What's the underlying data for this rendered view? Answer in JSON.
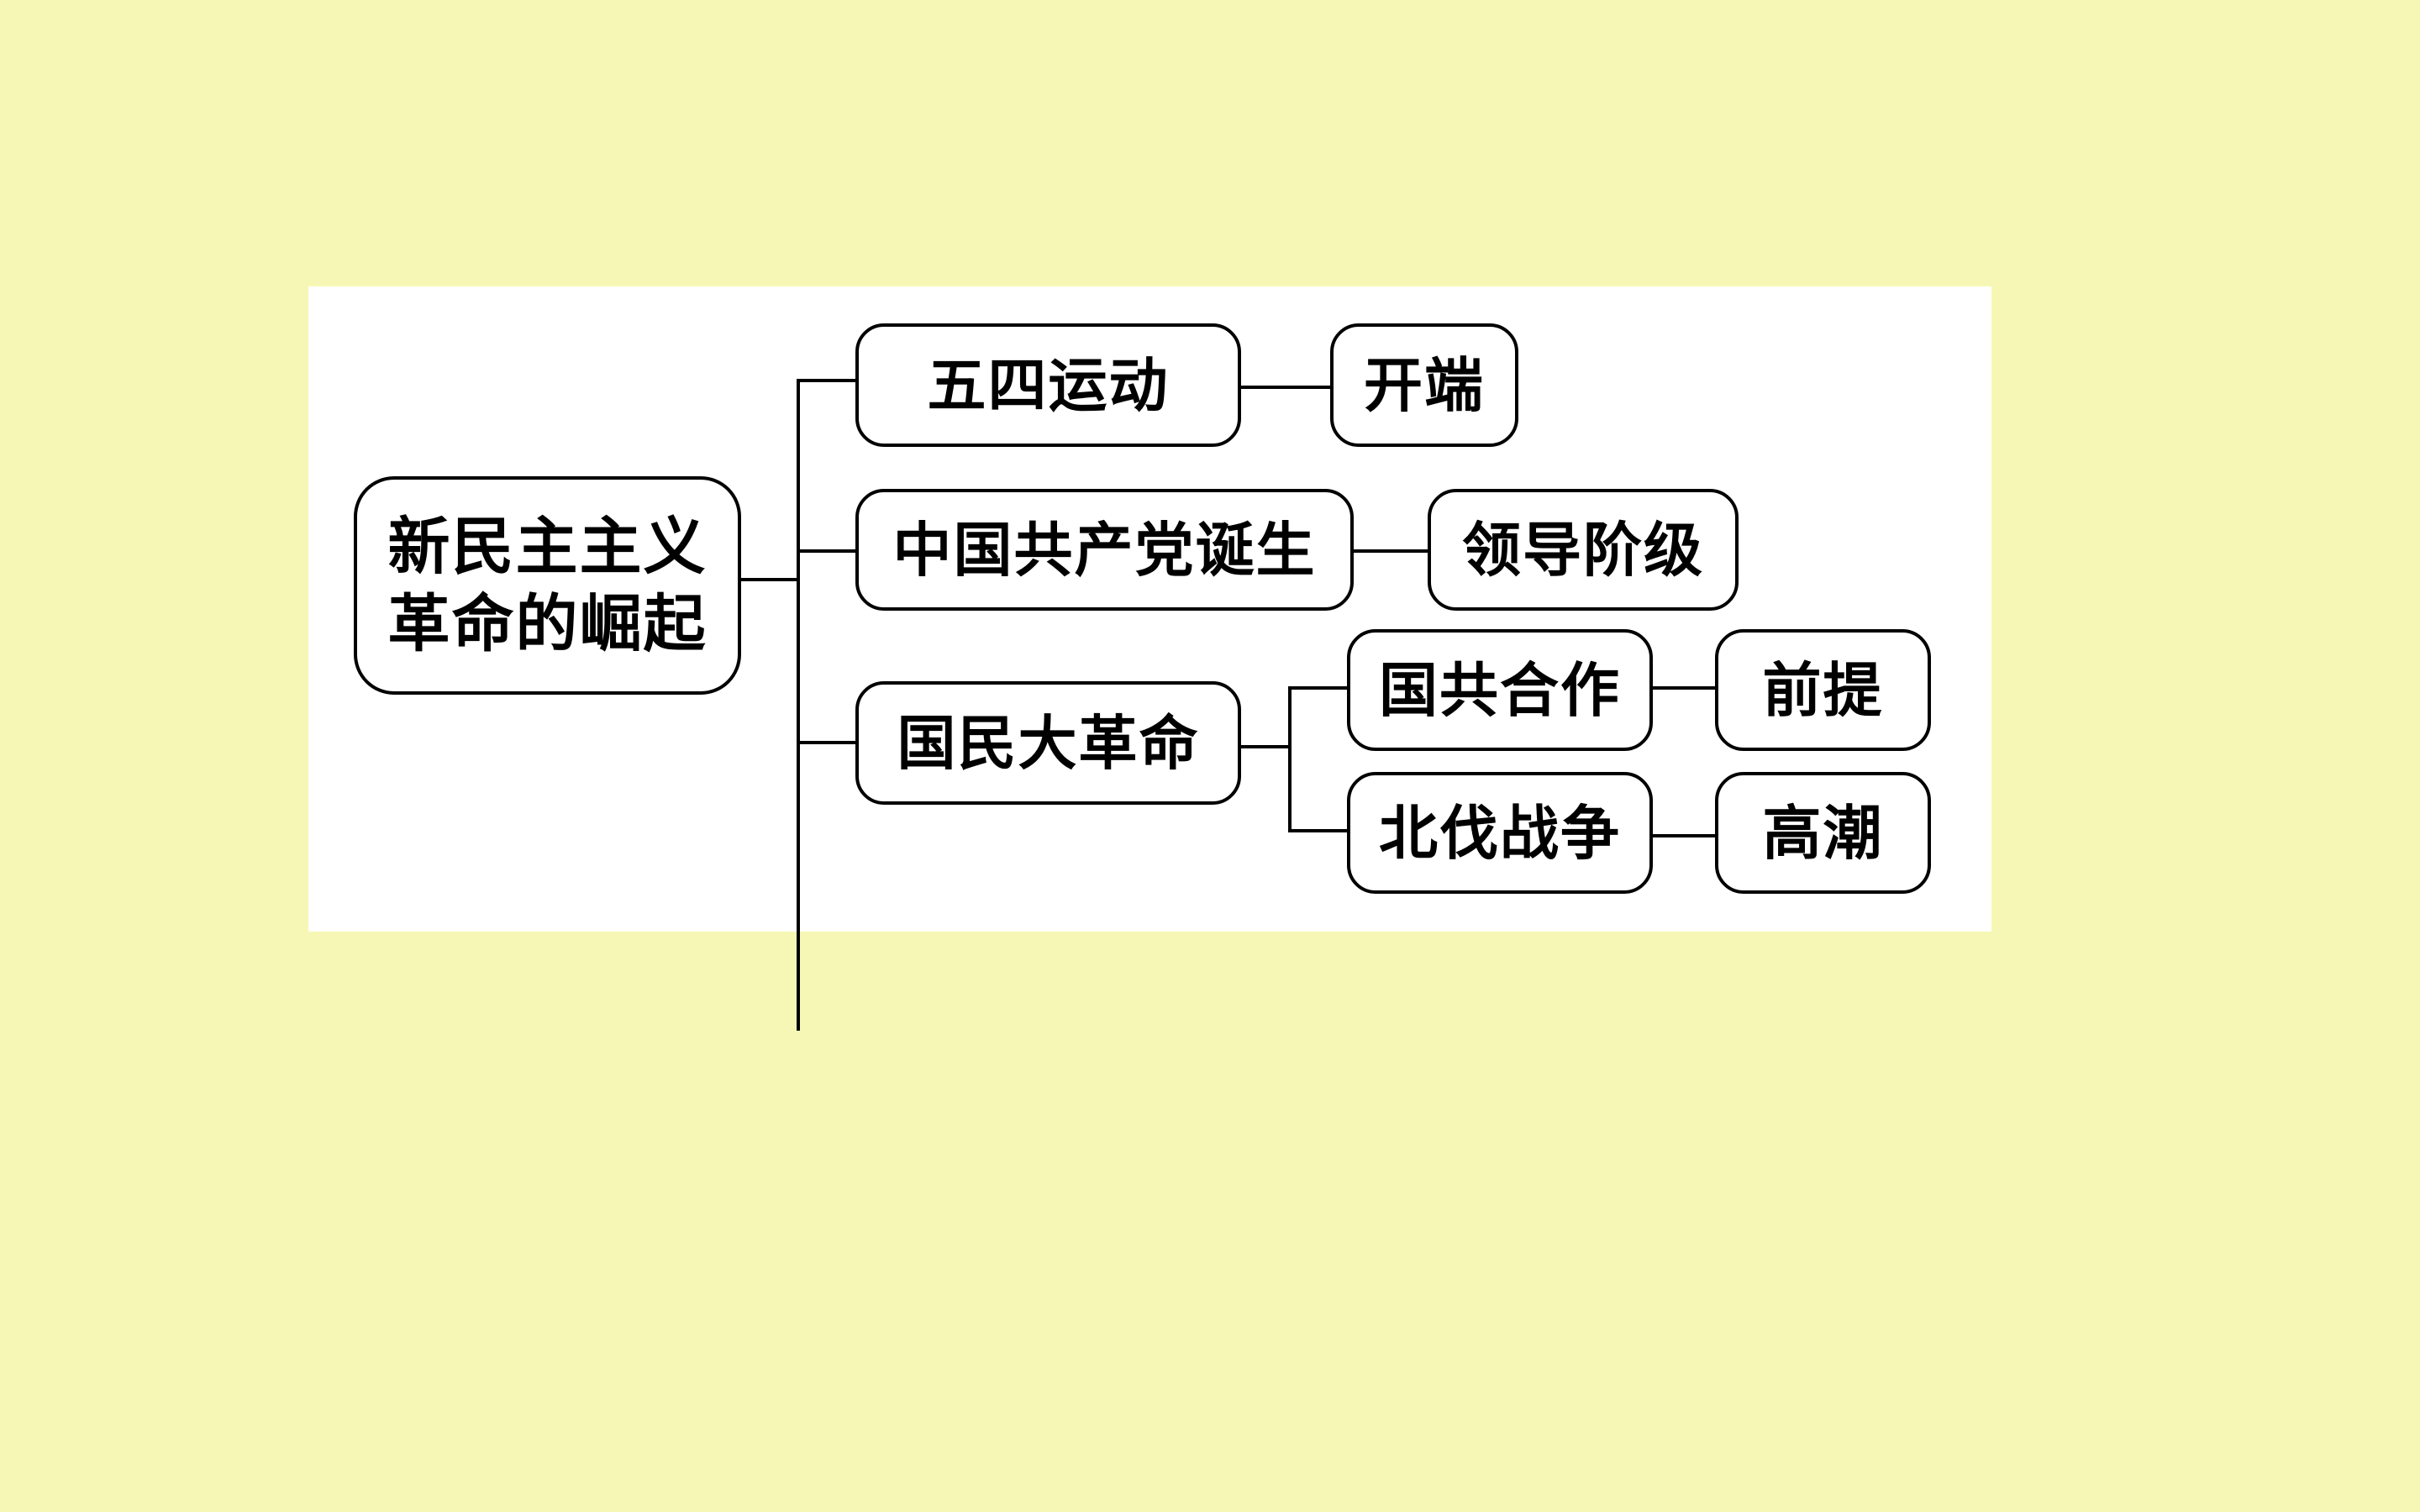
{
  "diagram": {
    "root": "新民主主义\n革命的崛起",
    "branches": [
      {
        "label": "五四运动",
        "children": [
          {
            "label": "开端"
          }
        ]
      },
      {
        "label": "中国共产党诞生",
        "children": [
          {
            "label": "领导阶级"
          }
        ]
      },
      {
        "label": "国民大革命",
        "children": [
          {
            "label": "国共合作",
            "children": [
              {
                "label": "前提"
              }
            ]
          },
          {
            "label": "北伐战争",
            "children": [
              {
                "label": "高潮"
              }
            ]
          }
        ]
      }
    ]
  },
  "colors": {
    "page_background": "#f7f7b5",
    "panel_background": "#ffffff",
    "line": "#000000",
    "text": "#000000"
  }
}
